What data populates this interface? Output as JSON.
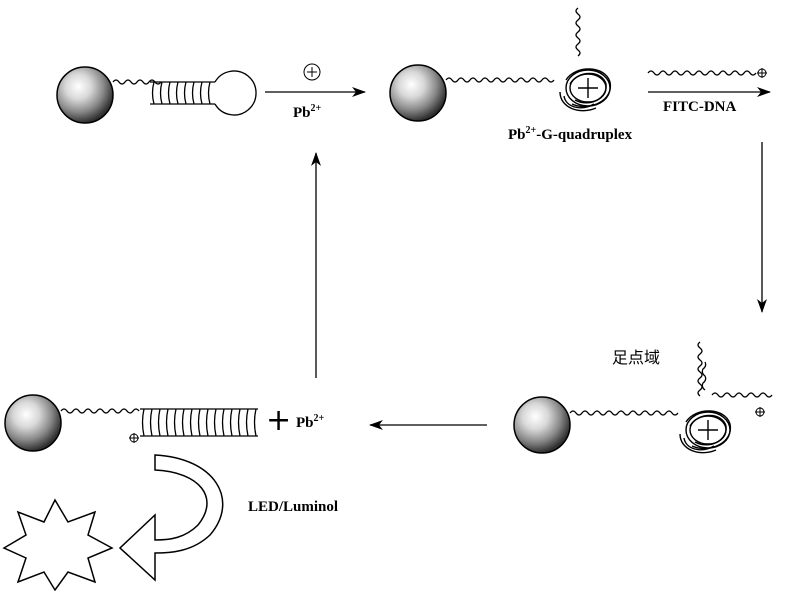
{
  "labels": {
    "pb_top": "Pb",
    "pb_top_sup": "2+",
    "quad": "Pb",
    "quad_sup": "2+",
    "quad_rest": "-G-quadruplex",
    "fitc": "FITC-DNA",
    "toehold": "足点域",
    "pb_bottom": "Pb",
    "pb_bottom_sup": "2+",
    "led": "LED/Luminol",
    "plus_sign": "+",
    "circle_plus": "⊕"
  },
  "colors": {
    "ink": "#000000",
    "sphere_light": "#ffffff",
    "sphere_mid": "#b0b0b0",
    "sphere_dark": "#3a3a3a"
  }
}
